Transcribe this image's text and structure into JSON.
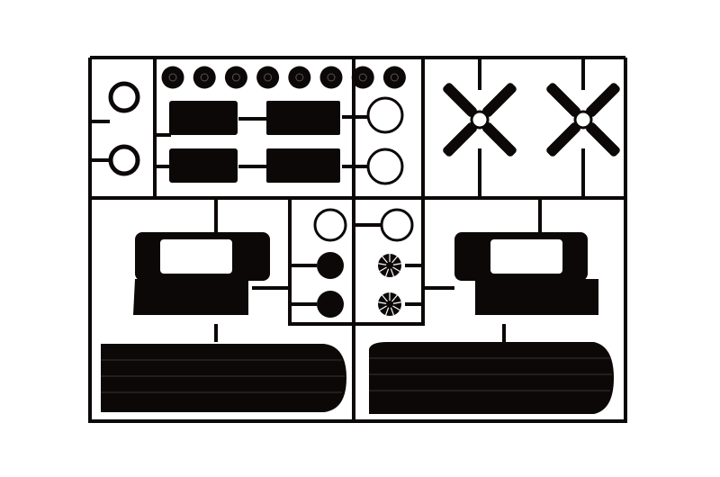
{
  "image": {
    "subject": "model-kit-sprue",
    "colors": {
      "background": "#ffffff",
      "plastic": "#0d0808",
      "highlight": "#ffffff"
    }
  },
  "parts": {
    "wheels": 8,
    "propellers": 2,
    "small_rings": 6,
    "engine_nacelles": 2,
    "radial_engines": 2
  }
}
